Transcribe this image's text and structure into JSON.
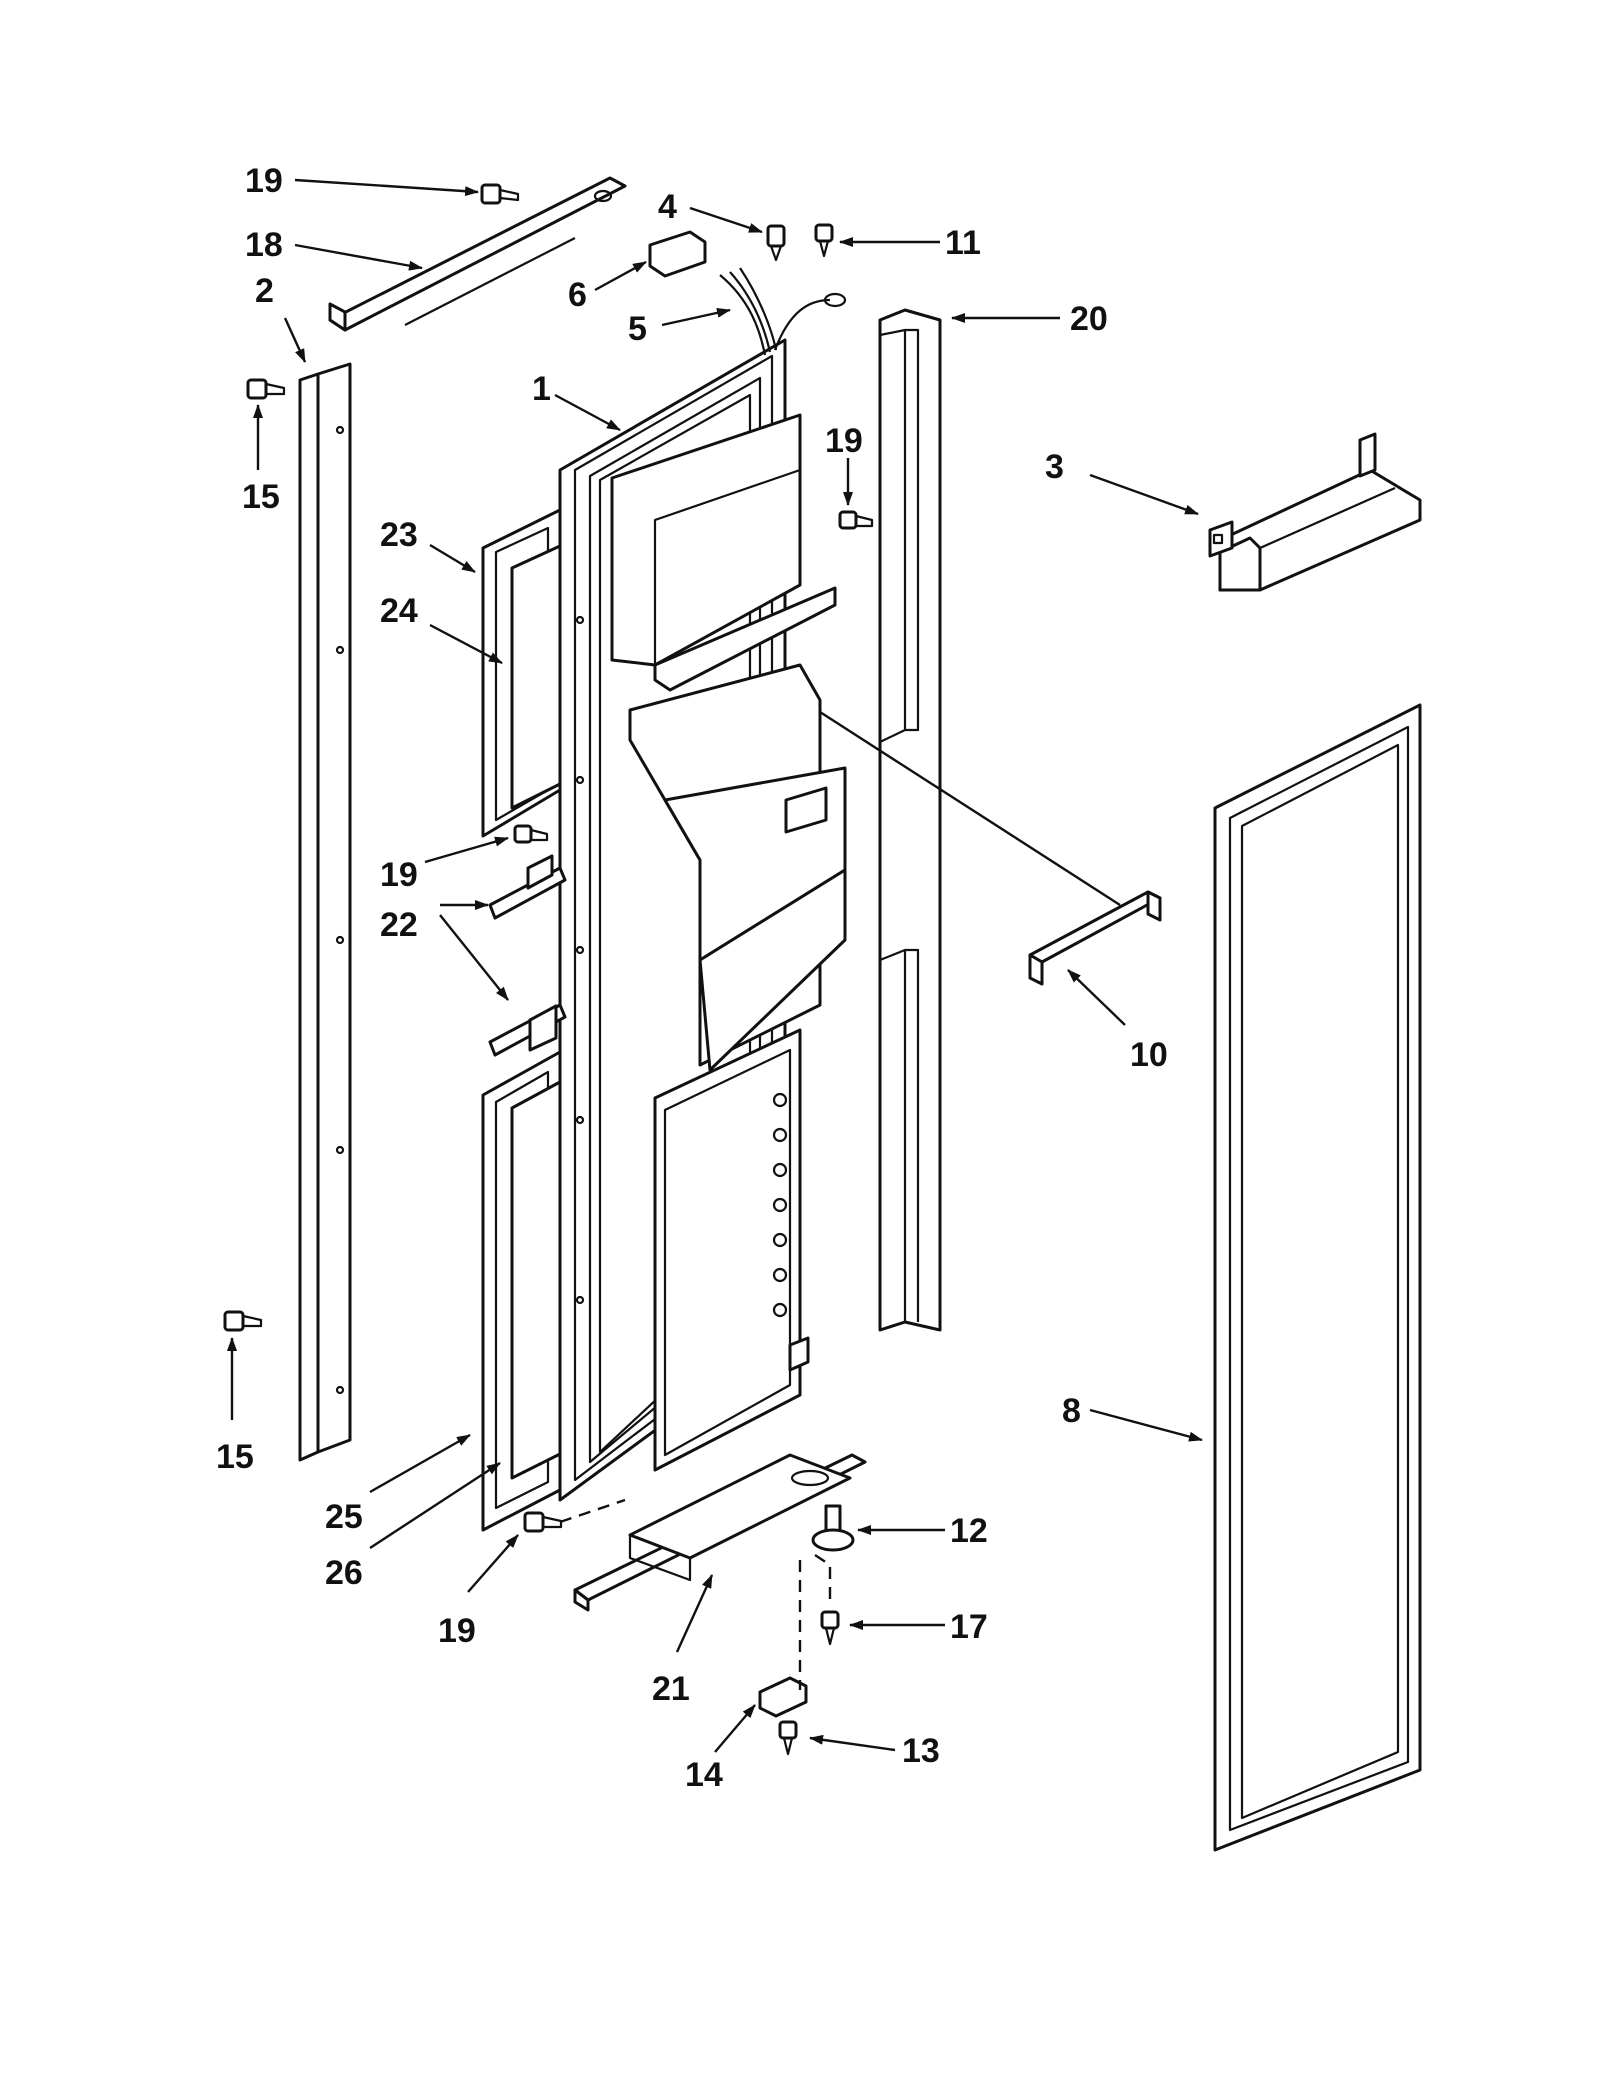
{
  "diagram": {
    "callouts": [
      {
        "id": "c19a",
        "text": "19"
      },
      {
        "id": "c18",
        "text": "18"
      },
      {
        "id": "c2",
        "text": "2"
      },
      {
        "id": "c15a",
        "text": "15"
      },
      {
        "id": "c4",
        "text": "4"
      },
      {
        "id": "c11",
        "text": "11"
      },
      {
        "id": "c6",
        "text": "6"
      },
      {
        "id": "c5",
        "text": "5"
      },
      {
        "id": "c20",
        "text": "20"
      },
      {
        "id": "c1",
        "text": "1"
      },
      {
        "id": "c19b",
        "text": "19"
      },
      {
        "id": "c3",
        "text": "3"
      },
      {
        "id": "c23",
        "text": "23"
      },
      {
        "id": "c24",
        "text": "24"
      },
      {
        "id": "c19c",
        "text": "19"
      },
      {
        "id": "c22",
        "text": "22"
      },
      {
        "id": "c10",
        "text": "10"
      },
      {
        "id": "c15b",
        "text": "15"
      },
      {
        "id": "c8",
        "text": "8"
      },
      {
        "id": "c25",
        "text": "25"
      },
      {
        "id": "c26",
        "text": "26"
      },
      {
        "id": "c12",
        "text": "12"
      },
      {
        "id": "c19d",
        "text": "19"
      },
      {
        "id": "c17",
        "text": "17"
      },
      {
        "id": "c21",
        "text": "21"
      },
      {
        "id": "c13",
        "text": "13"
      },
      {
        "id": "c14",
        "text": "14"
      }
    ]
  }
}
